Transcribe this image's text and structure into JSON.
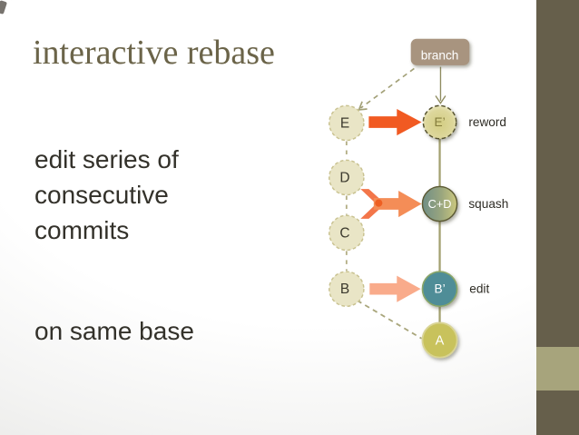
{
  "slide": {
    "title": "interactive rebase",
    "body_lines": [
      "edit series of",
      "consecutive",
      "commits"
    ],
    "footer_line": "on same base"
  },
  "diagram": {
    "branch_label": "branch",
    "old_nodes": [
      {
        "label": "E"
      },
      {
        "label": "D"
      },
      {
        "label": "C"
      },
      {
        "label": "B"
      }
    ],
    "new_nodes": [
      {
        "label": "E’",
        "action": "reword"
      },
      {
        "label": "C+D",
        "action": "squash"
      },
      {
        "label": "B’",
        "action": "edit"
      },
      {
        "label": "A",
        "action": ""
      }
    ]
  },
  "colors": {
    "title_text": "#6b6449",
    "body_text": "#33312a",
    "branch_box": "#a8947f",
    "old_node_fill": "#e9e5c6",
    "reword_arrow": "#f15a22",
    "squash_arrow": "#f48d57",
    "edit_arrow": "#f9ab8b",
    "node_teal": "#4f8d97",
    "node_yellow_green": "#c8c25c",
    "trunk_line": "#a3a070",
    "sidebar_dark": "#665f4b",
    "sidebar_accent": "#a7a47c"
  }
}
